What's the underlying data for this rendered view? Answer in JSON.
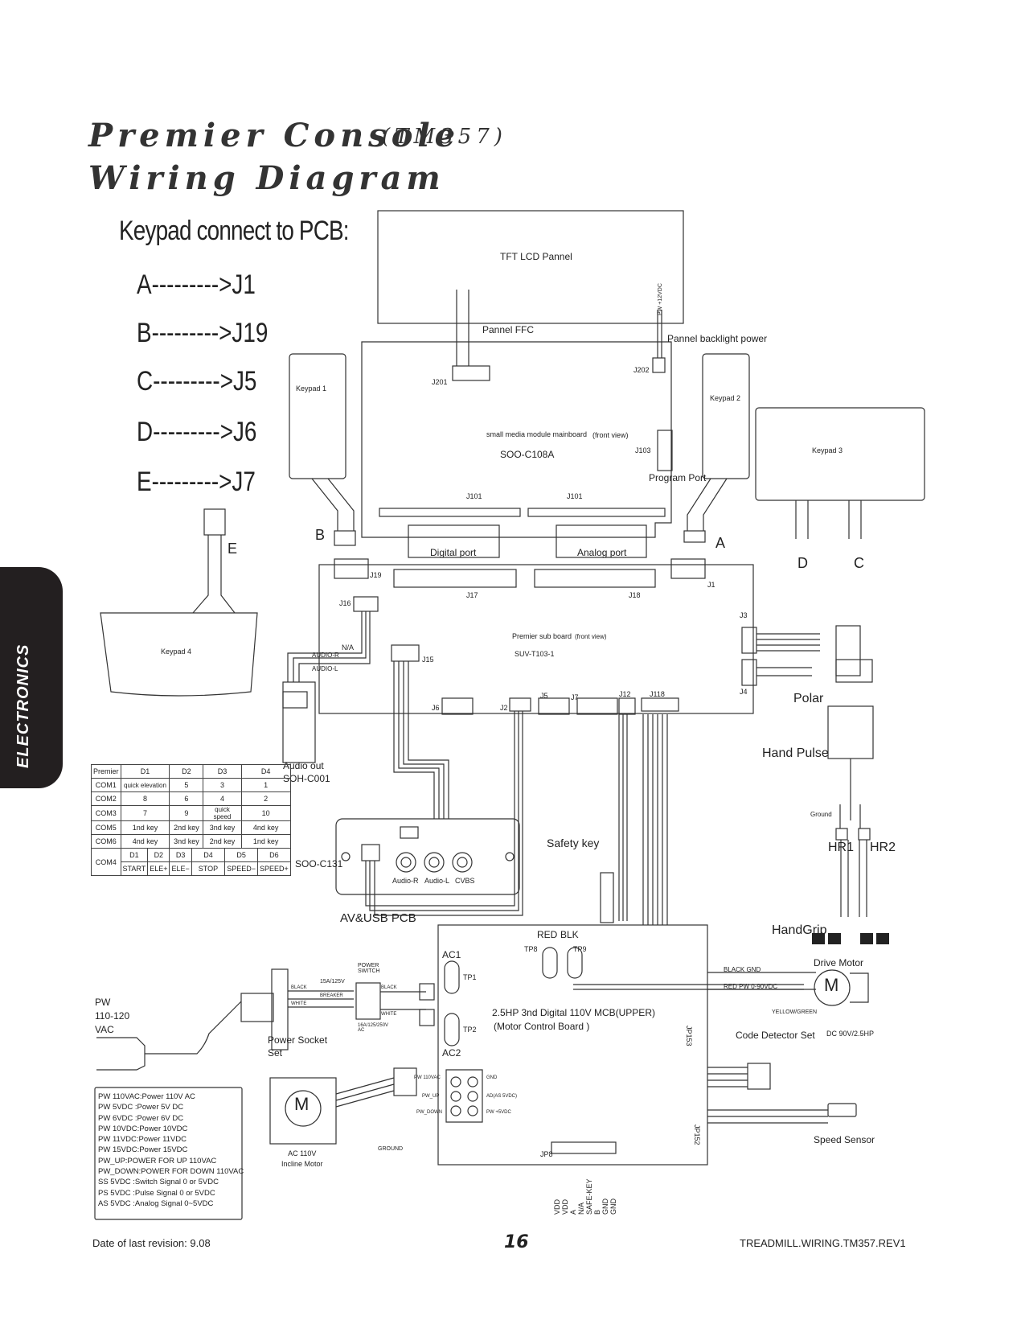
{
  "title": {
    "line1": "Premier Console",
    "model": "(TM357)",
    "line2": "Wiring Diagram"
  },
  "keypad_map": {
    "heading": "Keypad connect to PCB:",
    "rows": [
      "A--------->J1",
      "B--------->J19",
      "C--------->J5",
      "D--------->J6",
      "E--------->J7"
    ]
  },
  "side_tab": "ELECTRONICS",
  "labels": {
    "tft": "TFT LCD Pannel",
    "pw12": "PW +12VDC",
    "gnd": "GND",
    "pannel_ffc": "Pannel FFC",
    "backlight": "Pannel backlight power",
    "j201": "J201",
    "j202": "J202",
    "keypad1": "Keypad 1",
    "keypad2": "Keypad 2",
    "keypad3": "Keypad 3",
    "keypad4": "Keypad 4",
    "mainboard": "small media module mainboard",
    "front_view": "(front view)",
    "soo_c108a": "SOO-C108A",
    "j103": "J103",
    "program_port": "Program Port",
    "j101a": "J101",
    "j101b": "J101",
    "a": "A",
    "b": "B",
    "c": "C",
    "d": "D",
    "e": "E",
    "digital_port": "Digital port",
    "analog_port": "Analog port",
    "j19": "J19",
    "j17": "J17",
    "j18": "J18",
    "j1": "J1",
    "j16": "J16",
    "j15": "J15",
    "j3": "J3",
    "j4": "J4",
    "j6": "J6",
    "j2": "J2",
    "j5": "J5",
    "j7": "J7",
    "j12": "J12",
    "j118": "J118",
    "na": "N/A",
    "audio_r": "AUDIO-R",
    "audio_l": "AUDIO-L",
    "premier_sub": "Premier sub board",
    "suv": "SUV-T103-1",
    "polar": "Polar",
    "hand_pulse": "Hand Pulse",
    "ground": "Ground",
    "hr1": "HR1",
    "hr2": "HR2",
    "handgrip": "HandGrip",
    "audio_out": "Audio out",
    "soh": "SOH-C001",
    "soo_c131": "SOO-C131",
    "av_usb": "AV&USB PCB",
    "safety_key": "Safety key",
    "audio_r2": "Audio-R",
    "audio_l2": "Audio-L",
    "cvbs": "CVBS",
    "red": "RED",
    "blk": "BLK",
    "tp8": "TP8",
    "tp9": "TP9",
    "ac1": "AC1",
    "ac2": "AC2",
    "tp1": "TP1",
    "tp2": "TP2",
    "mcb": "2.5HP 3nd Digital 110V MCB(UPPER)",
    "motor_cb": "(Motor          Control Board      )",
    "jp153": "JP153",
    "jp152": "JP152",
    "jp8": "JP8",
    "drive_motor": "Drive Motor",
    "black_gnd": "BLACK GND",
    "red_pw": "RED  PW 0-90VDC",
    "yellow_green": "YELLOW/GREEN",
    "code_detector": "Code Detector Set",
    "dc": "DC 90V/2.5HP",
    "speed_sensor": "Speed Sensor",
    "pw_in": "PW\n110-120\nVAC",
    "power_socket": "Power Socket\nSet",
    "power_switch": "POWER\nSWITCH",
    "breaker": "15A/125V",
    "breaker_lbl": "BREAKER",
    "black": "BLACK",
    "white": "WHITE",
    "rating": "16A/125/250V\nAC",
    "m": "M",
    "incline": "AC 110V\nIncline Motor",
    "ground2": "GROUND",
    "pw110": "PW 110VAC",
    "pwup": "PW_UP",
    "pwdown": "PW_DOWN",
    "gnd3": "GND",
    "ad": "AD(AS 5VDC)",
    "pw5": "PW +5VDC"
  },
  "bottom_pins": [
    "VDD",
    "VDD",
    "A",
    "N/A",
    "SAFE-KEY",
    "B",
    "GND",
    "GND"
  ],
  "table": {
    "header": [
      "Premier",
      "D1",
      "D2",
      "D3",
      "D4"
    ],
    "rows": [
      [
        "COM1",
        "quick elevation",
        "5",
        "3",
        "1"
      ],
      [
        "COM2",
        "8",
        "6",
        "4",
        "2"
      ],
      [
        "COM3",
        "7",
        "9",
        "quick  speed",
        "10"
      ],
      [
        "COM5",
        "1nd key",
        "2nd key",
        "3nd key",
        "4nd key"
      ],
      [
        "COM6",
        "4nd key",
        "3nd key",
        "2nd key",
        "1nd key"
      ]
    ],
    "com4": {
      "name": "COM4",
      "top": [
        "D1",
        "D2",
        "D3",
        "D4",
        "D5",
        "D6"
      ],
      "bottom": [
        "START",
        "ELE+",
        "ELE−",
        "STOP",
        "SPEED−",
        "SPEED+"
      ]
    }
  },
  "legend": [
    "PW 110VAC:Power 110V AC",
    "PW 5VDC :Power 5V DC",
    "PW 6VDC :Power 6V DC",
    "PW 10VDC:Power 10VDC",
    "PW 11VDC:Power 11VDC",
    "PW 15VDC:Power 15VDC",
    "PW_UP:POWER FOR UP 110VAC",
    "PW_DOWN:POWER FOR DOWN 110VAC",
    "SS 5VDC :Switch Signal 0 or 5VDC",
    "PS 5VDC :Pulse Signal 0 or 5VDC",
    "AS 5VDC :Analog Signal 0~5VDC"
  ],
  "footer": {
    "revision": "Date of last revision: 9.08",
    "page": "16",
    "doc_id": "TREADMILL.WIRING.TM357.REV1"
  }
}
